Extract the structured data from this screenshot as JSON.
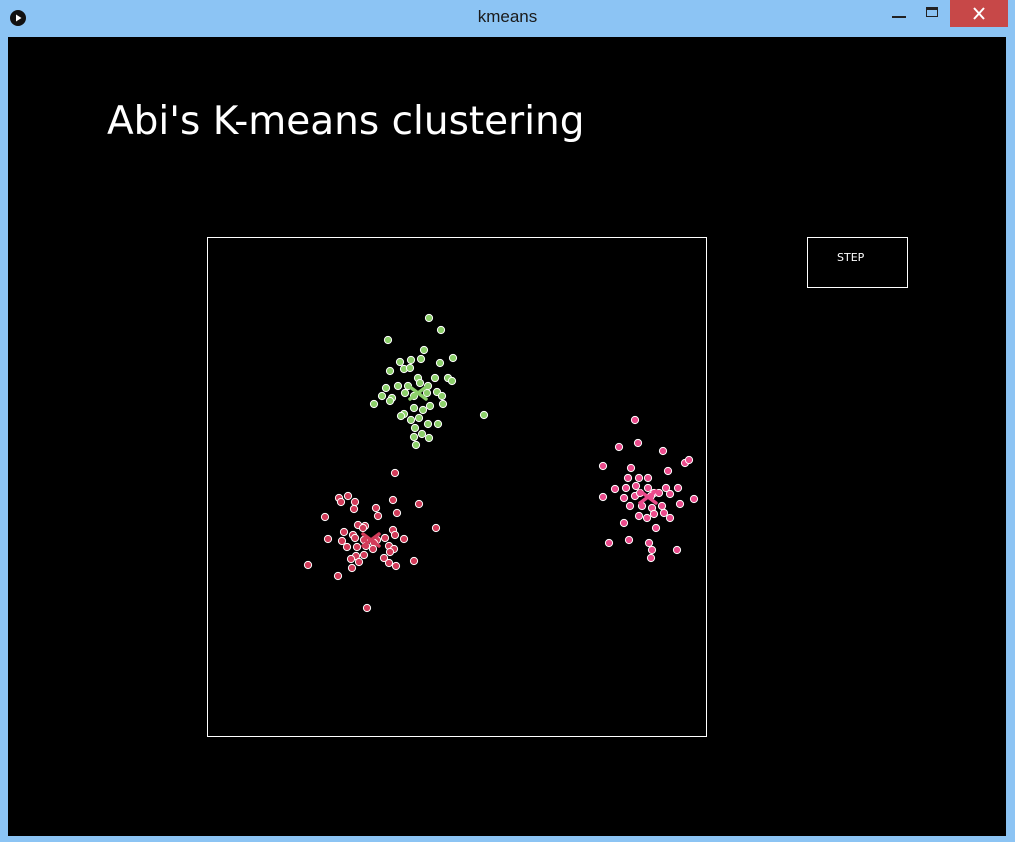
{
  "window": {
    "title": "kmeans",
    "icons": {
      "app": "play-circle-icon",
      "minimize": "minimize-icon",
      "maximize": "maximize-icon",
      "close": "close-icon"
    }
  },
  "app": {
    "heading": "Abi's K-means clustering",
    "step_button_label": "STEP"
  },
  "chart_data": {
    "type": "scatter",
    "x_range": [
      0,
      500
    ],
    "y_range": [
      0,
      500
    ],
    "axes_visible": false,
    "grid": false,
    "series": [
      {
        "color": "#8ccf6a",
        "centroid": [
          210,
          155
        ],
        "points": [
          [
            221,
            80
          ],
          [
            233,
            92
          ],
          [
            180,
            102
          ],
          [
            216,
            112
          ],
          [
            245,
            120
          ],
          [
            192,
            124
          ],
          [
            203,
            122
          ],
          [
            213,
            121
          ],
          [
            232,
            125
          ],
          [
            182,
            133
          ],
          [
            196,
            131
          ],
          [
            210,
            140
          ],
          [
            202,
            130
          ],
          [
            227,
            140
          ],
          [
            240,
            140
          ],
          [
            244,
            143
          ],
          [
            178,
            150
          ],
          [
            190,
            148
          ],
          [
            200,
            148
          ],
          [
            212,
            145
          ],
          [
            220,
            148
          ],
          [
            229,
            154
          ],
          [
            174,
            158
          ],
          [
            184,
            160
          ],
          [
            197,
            155
          ],
          [
            206,
            158
          ],
          [
            219,
            155
          ],
          [
            234,
            158
          ],
          [
            166,
            166
          ],
          [
            182,
            163
          ],
          [
            196,
            176
          ],
          [
            206,
            170
          ],
          [
            215,
            172
          ],
          [
            222,
            168
          ],
          [
            235,
            166
          ],
          [
            276,
            177
          ],
          [
            193,
            178
          ],
          [
            203,
            182
          ],
          [
            211,
            180
          ],
          [
            220,
            186
          ],
          [
            230,
            186
          ],
          [
            207,
            190
          ],
          [
            214,
            196
          ],
          [
            221,
            200
          ],
          [
            206,
            199
          ],
          [
            208,
            207
          ]
        ]
      },
      {
        "color": "#d23c5a",
        "centroid": [
          163,
          302
        ],
        "points": [
          [
            187,
            235
          ],
          [
            131,
            260
          ],
          [
            140,
            258
          ],
          [
            133,
            264
          ],
          [
            147,
            264
          ],
          [
            168,
            270
          ],
          [
            185,
            262
          ],
          [
            211,
            266
          ],
          [
            146,
            271
          ],
          [
            189,
            275
          ],
          [
            170,
            278
          ],
          [
            117,
            279
          ],
          [
            150,
            287
          ],
          [
            157,
            288
          ],
          [
            228,
            290
          ],
          [
            136,
            294
          ],
          [
            145,
            297
          ],
          [
            155,
            290
          ],
          [
            185,
            292
          ],
          [
            134,
            303
          ],
          [
            147,
            300
          ],
          [
            120,
            301
          ],
          [
            156,
            302
          ],
          [
            169,
            302
          ],
          [
            177,
            300
          ],
          [
            196,
            301
          ],
          [
            187,
            297
          ],
          [
            139,
            309
          ],
          [
            149,
            309
          ],
          [
            158,
            308
          ],
          [
            166,
            305
          ],
          [
            181,
            308
          ],
          [
            148,
            318
          ],
          [
            156,
            317
          ],
          [
            186,
            311
          ],
          [
            176,
            320
          ],
          [
            143,
            321
          ],
          [
            165,
            311
          ],
          [
            182,
            314
          ],
          [
            206,
            323
          ],
          [
            100,
            327
          ],
          [
            151,
            324
          ],
          [
            188,
            328
          ],
          [
            181,
            325
          ],
          [
            144,
            330
          ],
          [
            130,
            338
          ],
          [
            159,
            370
          ]
        ]
      },
      {
        "color": "#eb4b8c",
        "centroid": [
          440,
          259
        ],
        "points": [
          [
            427,
            182
          ],
          [
            411,
            209
          ],
          [
            430,
            205
          ],
          [
            455,
            213
          ],
          [
            395,
            228
          ],
          [
            423,
            230
          ],
          [
            460,
            233
          ],
          [
            477,
            225
          ],
          [
            481,
            222
          ],
          [
            420,
            240
          ],
          [
            431,
            240
          ],
          [
            440,
            240
          ],
          [
            407,
            251
          ],
          [
            418,
            250
          ],
          [
            428,
            248
          ],
          [
            440,
            250
          ],
          [
            446,
            255
          ],
          [
            458,
            250
          ],
          [
            470,
            250
          ],
          [
            395,
            259
          ],
          [
            416,
            260
          ],
          [
            427,
            258
          ],
          [
            432,
            255
          ],
          [
            443,
            258
          ],
          [
            451,
            255
          ],
          [
            462,
            256
          ],
          [
            486,
            261
          ],
          [
            422,
            268
          ],
          [
            434,
            268
          ],
          [
            444,
            270
          ],
          [
            454,
            268
          ],
          [
            472,
            266
          ],
          [
            431,
            278
          ],
          [
            446,
            276
          ],
          [
            456,
            275
          ],
          [
            416,
            285
          ],
          [
            439,
            280
          ],
          [
            462,
            280
          ],
          [
            448,
            290
          ],
          [
            401,
            305
          ],
          [
            421,
            302
          ],
          [
            441,
            305
          ],
          [
            444,
            312
          ],
          [
            443,
            320
          ],
          [
            469,
            312
          ]
        ]
      }
    ]
  }
}
